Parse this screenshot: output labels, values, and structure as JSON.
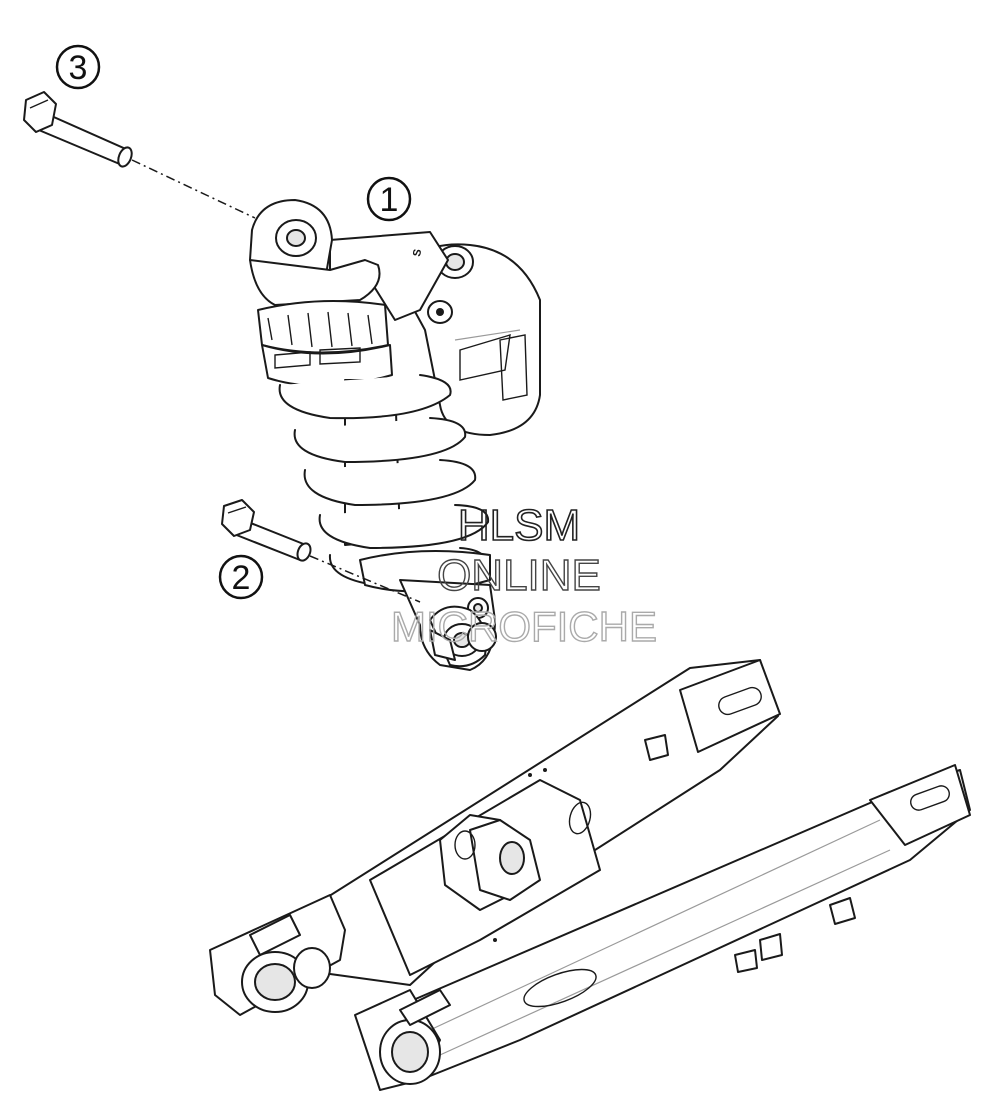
{
  "callouts": [
    {
      "id": "shock-absorber",
      "label": "1"
    },
    {
      "id": "lower-bolt",
      "label": "2"
    },
    {
      "id": "upper-bolt",
      "label": "3"
    }
  ],
  "decal": {
    "adjuster_mark": "S"
  },
  "watermark": {
    "line1": "HLSM",
    "line2": "ONLINE",
    "line3": "MICROFICHE"
  },
  "colors": {
    "line": "#1a1a1a",
    "shade": "#e6e6e6",
    "background": "#ffffff"
  }
}
